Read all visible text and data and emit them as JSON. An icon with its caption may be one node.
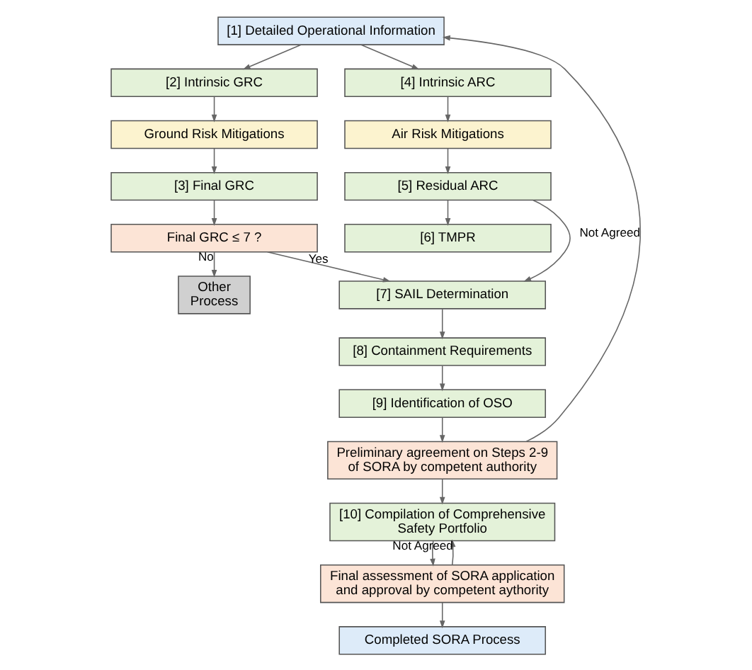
{
  "diagram": {
    "nodes": [
      {
        "text": [
          "[1] Detailed Operational Information"
        ]
      },
      {
        "text": [
          "[2] Intrinsic GRC"
        ]
      },
      {
        "text": [
          "Ground Risk Mitigations"
        ]
      },
      {
        "text": [
          "[3] Final GRC"
        ]
      },
      {
        "text": [
          "Final GRC ≤ 7 ?"
        ]
      },
      {
        "text": [
          "Other Process"
        ]
      },
      {
        "text": [
          "[4] Intrinsic ARC"
        ]
      },
      {
        "text": [
          "Air Risk Mitigations"
        ]
      },
      {
        "text": [
          "[5] Residual ARC"
        ]
      },
      {
        "text": [
          "[6] TMPR"
        ]
      },
      {
        "text": [
          "[7] SAIL Determination"
        ]
      },
      {
        "text": [
          "[8] Containment Requirements"
        ]
      },
      {
        "text": [
          "[9] Identification of OSO"
        ]
      },
      {
        "text": [
          "Preliminary agreement on Steps 2-9 of SORA by competent authority"
        ]
      },
      {
        "text": [
          "[10] Compilation of Comprehensive Safety Portfolio"
        ]
      },
      {
        "text": [
          "Final assessment of SORA application and approval by competent aythority"
        ]
      },
      {
        "text": [
          "Completed SORA Process"
        ]
      }
    ],
    "edges": [
      {
        "from": 0,
        "to": 1,
        "arrow": "to"
      },
      {
        "from": 0,
        "to": 6,
        "arrow": "to"
      },
      {
        "from": 1,
        "to": 2,
        "arrow": "to"
      },
      {
        "from": 2,
        "to": 3,
        "arrow": "to"
      },
      {
        "from": 3,
        "to": 4,
        "arrow": "to"
      },
      {
        "from": 4,
        "to": 5,
        "arrow": "to",
        "label": "No"
      },
      {
        "from": 4,
        "to": 10,
        "arrow": "to",
        "label": "Yes"
      },
      {
        "from": 6,
        "to": 7,
        "arrow": "to"
      },
      {
        "from": 7,
        "to": 8,
        "arrow": "to"
      },
      {
        "from": 8,
        "to": 9,
        "arrow": "to"
      },
      {
        "from": 8,
        "to": 10,
        "arrow": "to"
      },
      {
        "from": 10,
        "to": 11,
        "arrow": "to"
      },
      {
        "from": 11,
        "to": 12,
        "arrow": "to"
      },
      {
        "from": 12,
        "to": 13,
        "arrow": "to"
      },
      {
        "from": 13,
        "to": 0,
        "arrow": "to",
        "label": "Not Agreed"
      },
      {
        "from": 13,
        "to": 14,
        "arrow": "to"
      },
      {
        "from": 14,
        "to": 15,
        "arrow": "to"
      },
      {
        "from": 15,
        "to": 14,
        "arrow": "to",
        "label": "Not Agreed"
      },
      {
        "from": 15,
        "to": 16,
        "arrow": "to"
      }
    ]
  }
}
